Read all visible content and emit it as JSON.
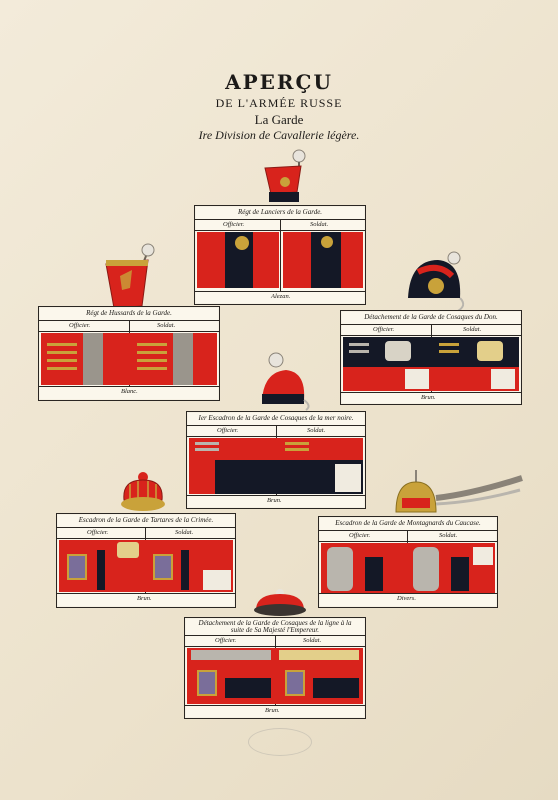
{
  "heading": {
    "line1": "APERÇU",
    "line2": "DE L'ARMÉE RUSSE",
    "line3": "La Garde",
    "line4": "Ire Division de Cavallerie légère."
  },
  "plates": {
    "lanciers": {
      "title": "Régt de Lanciers de la Garde.",
      "officer": "Officier.",
      "soldier": "Soldat.",
      "colour": "Alezan."
    },
    "hussards": {
      "title": "Régt de Hussards de la Garde.",
      "officer": "Officier.",
      "soldier": "Soldat.",
      "colour": "Blanc."
    },
    "cosaques_don": {
      "title": "Détachement de la Garde de Cosaques du Don.",
      "officer": "Officier.",
      "soldier": "Soldat.",
      "colour": "Brun."
    },
    "cosaques_mer_noire": {
      "title": "Ier Escadron de la Garde de Cosaques de la mer noire.",
      "officer": "Officier.",
      "soldier": "Soldat.",
      "colour": "Brun."
    },
    "tartares": {
      "title": "Escadron de la Garde de Tartares de la Crimée.",
      "officer": "Officier.",
      "soldier": "Soldat.",
      "colour": "Brun."
    },
    "montagnards": {
      "title": "Escadron de la Garde de Montagnards du Caucase.",
      "officer": "Officier.",
      "soldier": "Soldat.",
      "colour": "Divers."
    },
    "cosaques_ligne": {
      "title": "Détachement de la Garde de Cosaques de la ligne à la suite de Sa Majesté l'Empereur.",
      "officer": "Officier.",
      "soldier": "Soldat.",
      "colour": "Brun."
    }
  },
  "colors": {
    "scarlet": "#d8231c",
    "navy": "#141826",
    "gold": "#c9a23a",
    "silver": "#b9b5ad",
    "ink": "#1c1a18"
  }
}
